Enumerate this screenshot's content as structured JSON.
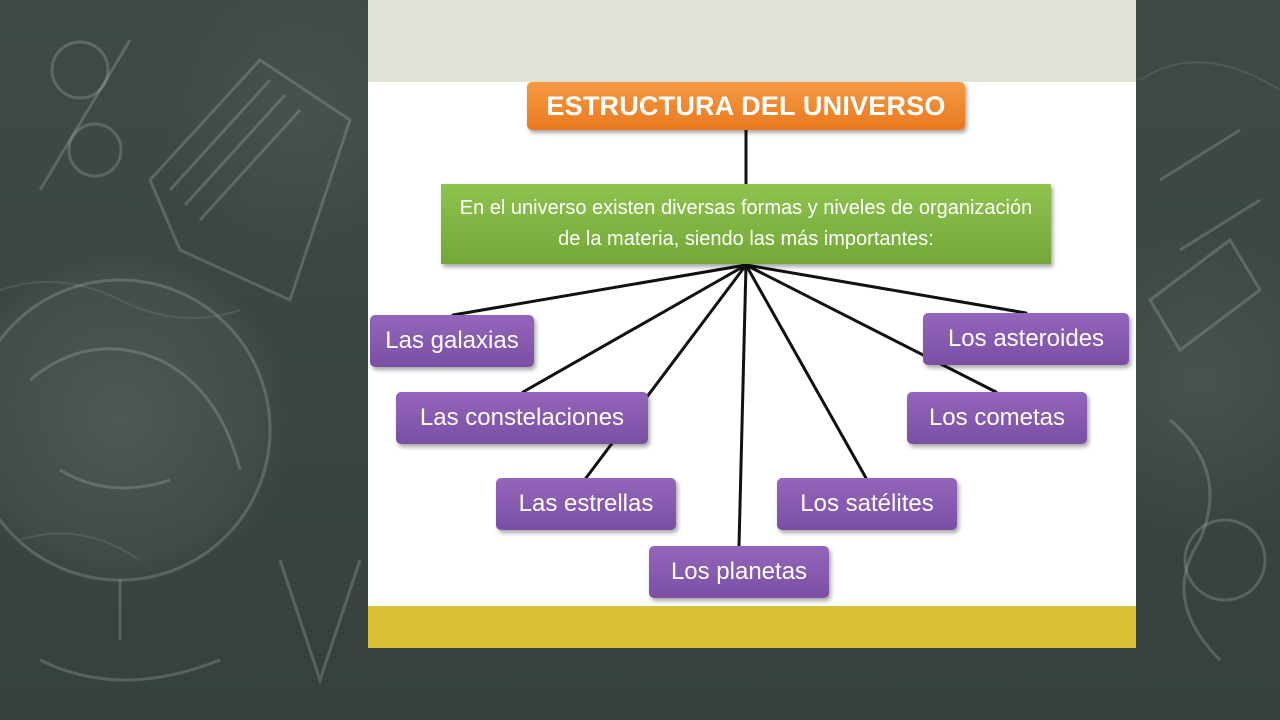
{
  "diagram": {
    "title": "ESTRUCTURA DEL UNIVERSO",
    "description": "En el universo existen diversas formas y niveles de organización de la materia, siendo las más importantes:",
    "items": [
      "Las galaxias",
      "Las constelaciones",
      "Las estrellas",
      "Los planetas",
      "Los satélites",
      "Los cometas",
      "Los asteroides"
    ]
  },
  "colors": {
    "title_box": "#ec8228",
    "description_box": "#7fb443",
    "item_box": "#8659ae",
    "slide_top_band": "#e2e3d8",
    "slide_bottom_band": "#d9c135",
    "chalkboard": "#3a4643"
  }
}
